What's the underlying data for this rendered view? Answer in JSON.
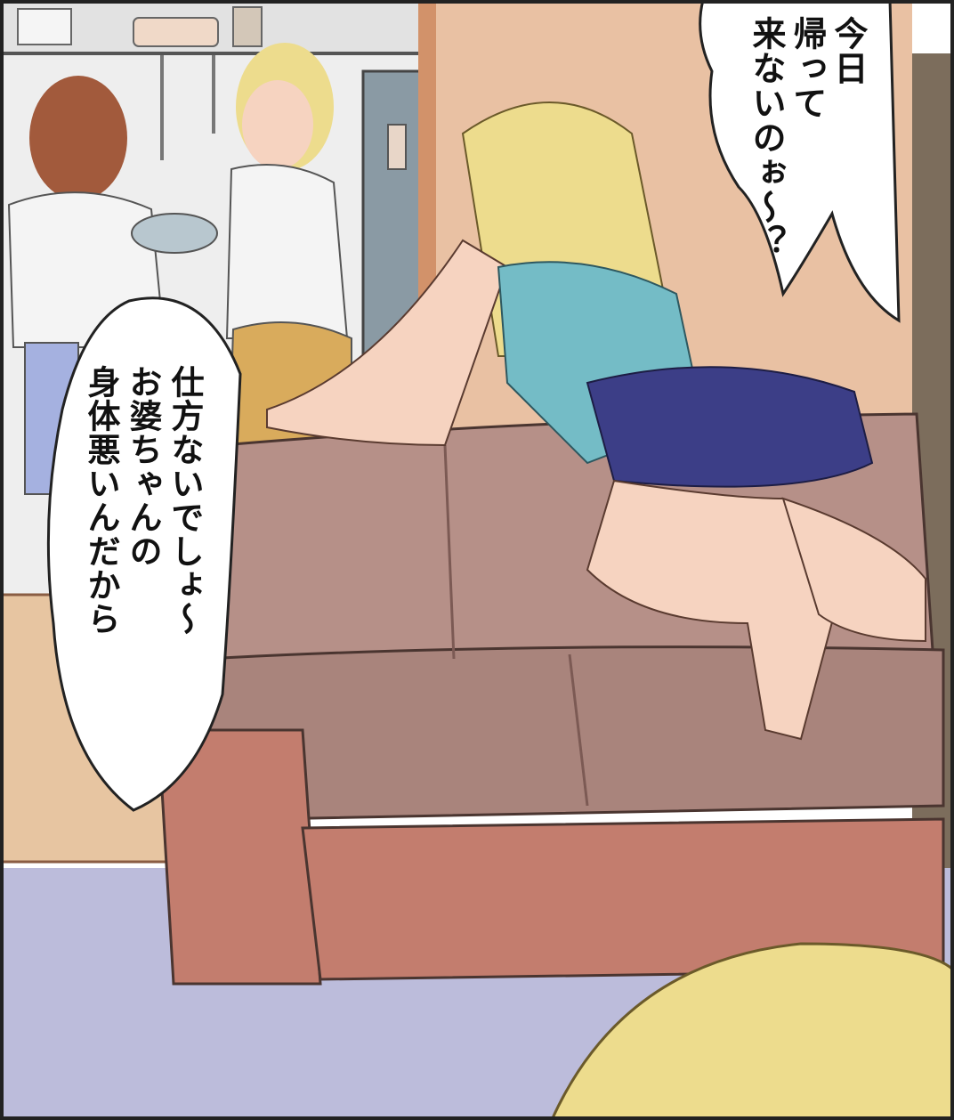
{
  "dialogue": {
    "right_bubble": {
      "lines": [
        "今日",
        "帰って",
        "来ないのぉ～？"
      ]
    },
    "left_bubble": {
      "lines": [
        "仕方ないでしょ～",
        "お婆ちゃんの",
        "身体悪いんだから"
      ]
    }
  },
  "colors": {
    "sofa": "#b69088",
    "sofa_shadow": "#9d7a74",
    "sofa_base": "#c37d6e",
    "carpet": "#bcbcdb",
    "wall_wood": "#e9c1a3",
    "door_frame": "#d2926a",
    "hair_blonde": "#eddc8d",
    "tank_top": "#74bcc6",
    "shorts": "#3c3e87",
    "skin": "#f6d3c0",
    "hair_brown": "#a25a3c",
    "skirt": "#d9ab5c",
    "kitchen_bg": "#eeeeee"
  }
}
